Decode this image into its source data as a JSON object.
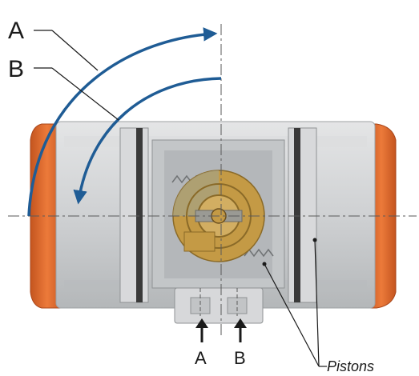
{
  "labels": {
    "rotation_a": "A",
    "rotation_b": "B",
    "port_a": "A",
    "port_b": "B",
    "pistons": "Pistons"
  },
  "colors": {
    "body": "#c9cbcd",
    "body_light": "#e2e3e4",
    "body_dark": "#8f9294",
    "end_cap": "#e06a2c",
    "end_cap_dark": "#a9461a",
    "pinion": "#c49a45",
    "pinion_dark": "#8a6a28",
    "arrow": "#1f5c95",
    "leader": "#1a1a1a"
  },
  "icons": {
    "actuator": "pneumatic-actuator-cutaway-icon",
    "rotation": "curved-arrow-icon",
    "port": "up-arrow-icon"
  }
}
